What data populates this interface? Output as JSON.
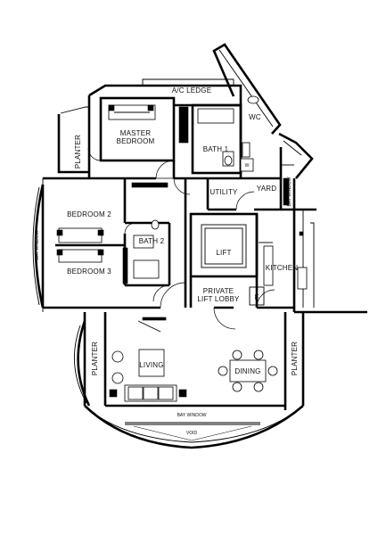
{
  "rooms": {
    "ac_ledge": "A/C LEDGE",
    "wc": "WC",
    "master_bedroom": "MASTER\nBEDROOM",
    "bath1": "BATH 1",
    "utility": "UTILITY",
    "yard": "YARD",
    "bedroom2": "BEDROOM 2",
    "bath2": "BATH 2",
    "bedroom3": "BEDROOM 3",
    "lift": "LIFT",
    "kitchen": "KITCHEN",
    "private_lift_lobby": "PRIVATE\nLIFT LOBBY",
    "living": "LIVING",
    "dining": "DINING",
    "planter_left_top": "PLANTER",
    "planter_left_bottom": "PLANTER",
    "planter_right": "PLANTER",
    "bay_window_bottom": "BAY WINDOW",
    "void": "VOID",
    "bay_window_left": "BAY WINDOW",
    "bay_window_right": "BAY WINDOW",
    "fridge": "F",
    "washer": "W"
  },
  "colors": {
    "ink": "#000000",
    "paper": "#ffffff"
  }
}
